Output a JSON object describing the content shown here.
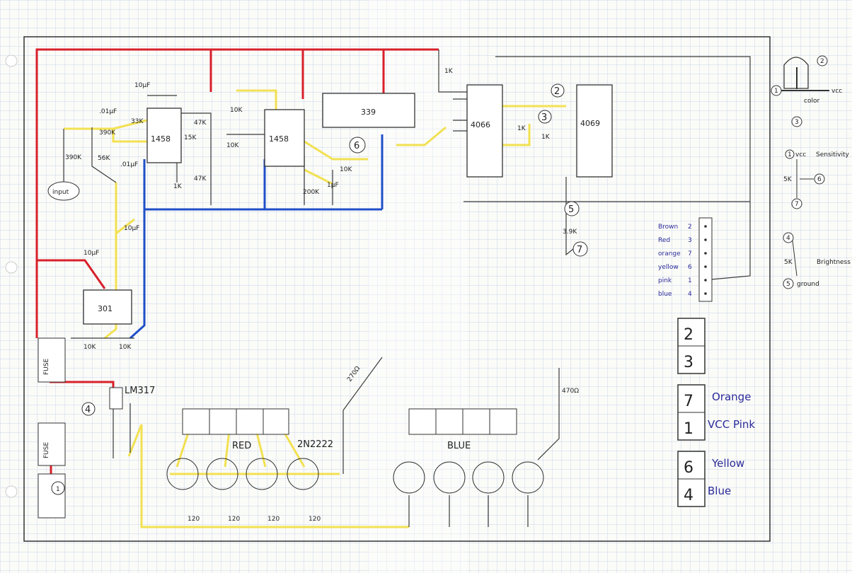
{
  "colors": {
    "vcc": "#d8202a",
    "ground": "#1f4fc8",
    "signal": "#f2e04a",
    "pencil": "#3a3a3a",
    "ink": "#2b2b9a"
  },
  "chips": {
    "op_amp_1": "1458",
    "op_amp_2": "1458",
    "comparator": "339",
    "switch": "4066",
    "inverter": "4069",
    "op_amp_3": "301",
    "regulator": "LM317"
  },
  "components": {
    "cap_10uf_top": "10μF",
    "cap_01_left": ".01μF",
    "r_33k": "33K",
    "r_390k_a": "390K",
    "r_390k_b": "390K",
    "r_56k": "56K",
    "cap_01_mid": ".01μF",
    "r_47k_a": "47K",
    "r_15k": "15K",
    "r_47k_b": "47K",
    "r_1k_a": "1K",
    "r_10k_a": "10K",
    "r_10k_b": "10K",
    "r_10k_c": "10K",
    "r_200k": "200K",
    "cap_1uf": "1μF",
    "r_1k_b": "1K",
    "r_1k_c": "1K",
    "r_1k_d": "1K",
    "cap_10uf_mid": "10μF",
    "cap_10uf_b": "10μF",
    "r_10k_d": "10K",
    "r_10k_e": "10K",
    "r_39k": "3.9K",
    "r_270": "270Ω",
    "r_470": "470Ω",
    "r_120_a": "120",
    "r_120_b": "120",
    "r_120_c": "120",
    "r_120_d": "120",
    "transistor": "2N2222",
    "fuse_a": "FUSE",
    "fuse_b": "FUSE",
    "input": "input"
  },
  "node_markers": {
    "n2a": "2",
    "n3a": "3",
    "n6a": "6",
    "n5a": "5",
    "n7a": "7",
    "n4a": "4",
    "n1a": "1"
  },
  "banks": {
    "red": "RED",
    "blue": "BLUE"
  },
  "connector_pins": [
    {
      "name": "Brown",
      "pin": "2"
    },
    {
      "name": "Red",
      "pin": "3"
    },
    {
      "name": "orange",
      "pin": "7"
    },
    {
      "name": "yellow",
      "pin": "6"
    },
    {
      "name": "pink",
      "pin": "1"
    },
    {
      "name": "blue",
      "pin": "4"
    }
  ],
  "jack": {
    "n1": "1",
    "n2": "2",
    "n3": "3",
    "vcc": "vcc",
    "color": "color"
  },
  "sensitivity": {
    "n1": "1",
    "vcc": "vcc",
    "label": "Sensitivity",
    "pot": "5K",
    "n6": "6",
    "n7": "7"
  },
  "brightness": {
    "n4": "4",
    "pot": "5K",
    "label": "Brightness",
    "n5": "5",
    "ground": "ground"
  },
  "blocks": [
    {
      "top": "2",
      "bottom": "3",
      "label_top": "",
      "label_bottom": ""
    },
    {
      "top": "7",
      "bottom": "1",
      "label_top": "Orange",
      "label_bottom": "VCC Pink"
    },
    {
      "top": "6",
      "bottom": "4",
      "label_top": "Yellow",
      "label_bottom": "Blue"
    }
  ]
}
